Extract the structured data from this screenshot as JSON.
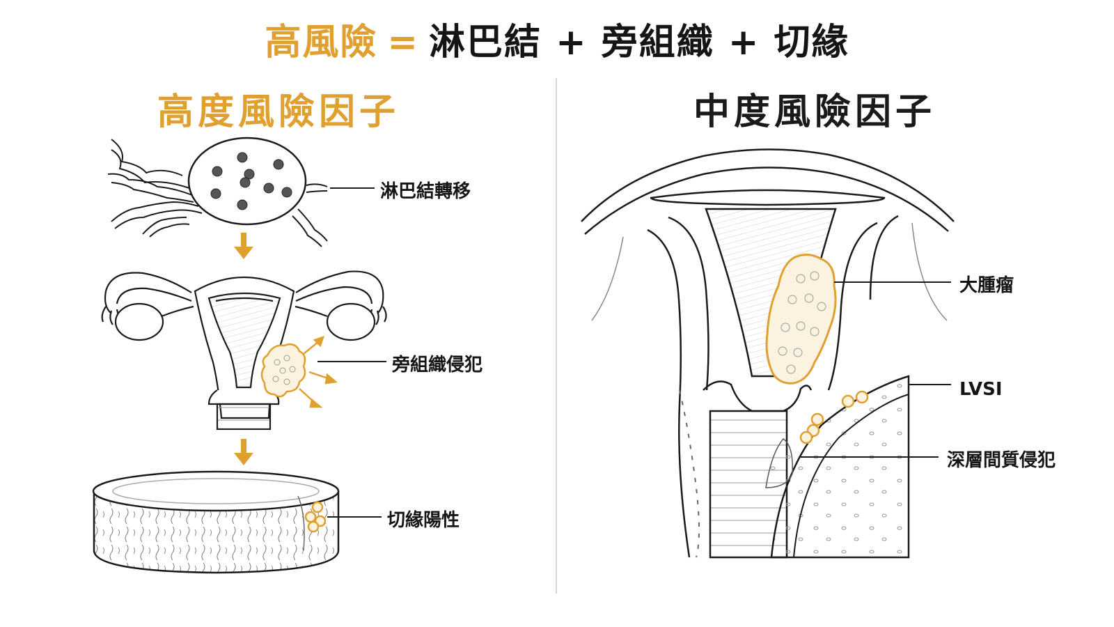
{
  "title": {
    "highlight": "高風險",
    "equals": "=",
    "rest": "淋巴結 + 旁組織 + 切緣"
  },
  "left_panel": {
    "heading": "高度風險因子",
    "labels": {
      "lymph_node": "淋巴結轉移",
      "parametrial": "旁組織侵犯",
      "margin": "切緣陽性"
    }
  },
  "right_panel": {
    "heading": "中度風險因子",
    "labels": {
      "large_tumor": "大腫瘤",
      "lvsi": "LVSI",
      "deep_stromal": "深層間質侵犯"
    }
  },
  "colors": {
    "accent": "#E0A030",
    "line": "#1a1a1a",
    "divider": "#d6d6d6",
    "tumor_fill": "#fbf3df"
  }
}
